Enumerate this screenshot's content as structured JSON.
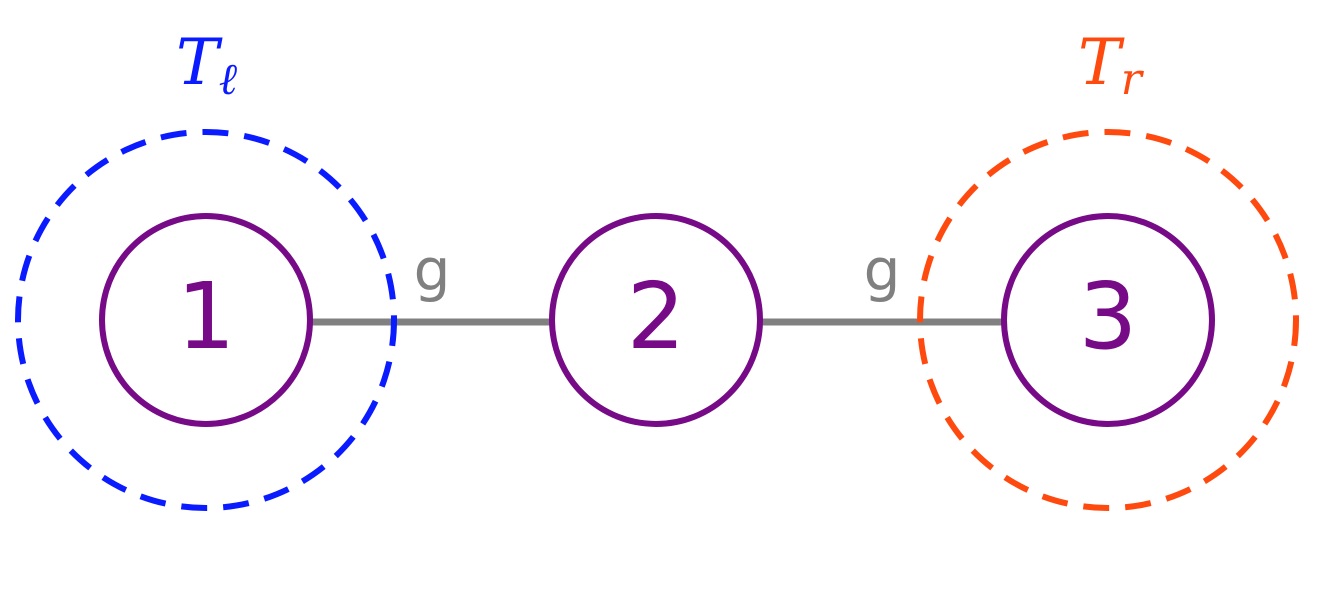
{
  "colors": {
    "node": "#760a87",
    "edge": "#808080",
    "bath_left": "#0a1bff",
    "bath_right": "#ff4a0f"
  },
  "nodes": [
    {
      "label": "1"
    },
    {
      "label": "2"
    },
    {
      "label": "3"
    }
  ],
  "edges": [
    {
      "from": "1",
      "to": "2",
      "label": "g"
    },
    {
      "from": "2",
      "to": "3",
      "label": "g"
    }
  ],
  "baths": {
    "left": {
      "symbol": "T",
      "subscript": "ℓ",
      "encloses": "1"
    },
    "right": {
      "symbol": "T",
      "subscript": "r",
      "encloses": "3"
    }
  }
}
